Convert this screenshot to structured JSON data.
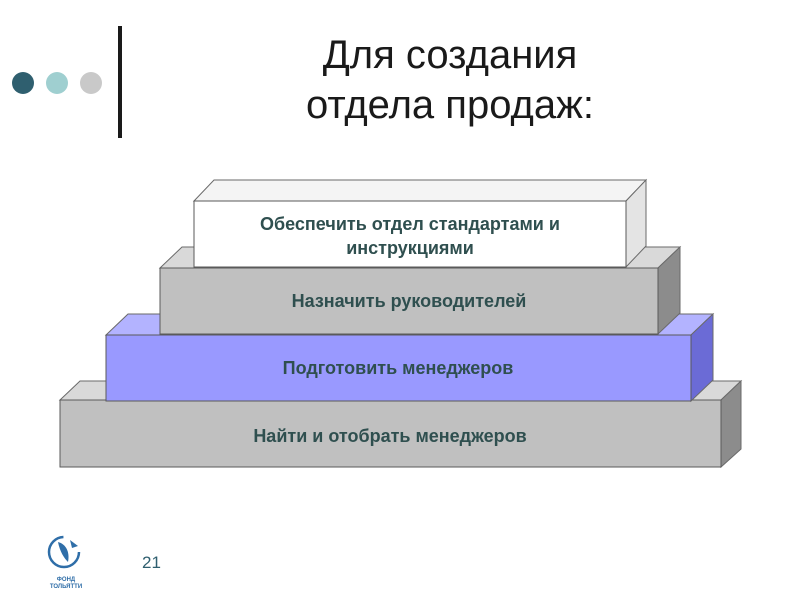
{
  "slide": {
    "title_lines": [
      "Для создания",
      "отдела продаж:"
    ],
    "page_number": "21"
  },
  "colors": {
    "dot_1": "#2f5f6f",
    "dot_2": "#9fcfd0",
    "dot_3": "#c9c9c9",
    "step_gray_front": "#c0c0c0",
    "step_gray_top": "#d9d9d9",
    "step_gray_side": "#8c8c8c",
    "step_blue_front": "#9999ff",
    "step_blue_top": "#b3b3ff",
    "step_blue_side": "#6b6bd6",
    "step_white_front": "#ffffff",
    "step_white_top": "#f4f4f4",
    "step_white_side": "#e4e4e4",
    "label_color": "#2f4f4f"
  },
  "pyramid": {
    "steps": [
      {
        "label_lines": [
          "Найти и отобрать менеджеров"
        ],
        "fill": "gray"
      },
      {
        "label_lines": [
          "Подготовить  менеджеров"
        ],
        "fill": "blue"
      },
      {
        "label_lines": [
          "Назначить руководителей"
        ],
        "fill": "gray"
      },
      {
        "label_lines": [
          "Обеспечить отдел стандартами и",
          "инструкциями"
        ],
        "fill": "white"
      }
    ]
  },
  "logo": {
    "icon": "foundation-logo-icon",
    "text_lines": [
      "ФОНД",
      "ТОЛЬЯТТИ"
    ]
  }
}
